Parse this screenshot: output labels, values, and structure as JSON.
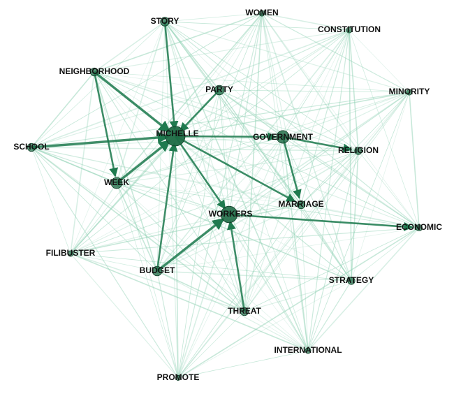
{
  "colors": {
    "edge_light": "#8fd1b4",
    "edge_dark": "#1f7a4f",
    "node_fill": "#1d6b45",
    "label": "#111111",
    "background": "#ffffff"
  },
  "nodes": [
    {
      "id": "story",
      "label": "STORY",
      "weight": 0.3
    },
    {
      "id": "women",
      "label": "WOMEN",
      "weight": 0.1
    },
    {
      "id": "constitution",
      "label": "CONSTITUTION",
      "weight": 0.1
    },
    {
      "id": "neighborhood",
      "label": "NEIGHBORHOOD",
      "weight": 0.25
    },
    {
      "id": "party",
      "label": "PARTY",
      "weight": 0.35
    },
    {
      "id": "minority",
      "label": "MINORITY",
      "weight": 0.1
    },
    {
      "id": "michelle",
      "label": "MICHELLE",
      "weight": 1.0
    },
    {
      "id": "government",
      "label": "GOVERNMENT",
      "weight": 0.55
    },
    {
      "id": "school",
      "label": "SCHOOL",
      "weight": 0.25
    },
    {
      "id": "religion",
      "label": "RELIGION",
      "weight": 0.2
    },
    {
      "id": "week",
      "label": "WEEK",
      "weight": 0.45
    },
    {
      "id": "marriage",
      "label": "MARRIAGE",
      "weight": 0.25
    },
    {
      "id": "workers",
      "label": "WORKERS",
      "weight": 0.8
    },
    {
      "id": "economic",
      "label": "ECONOMIC",
      "weight": 0.15
    },
    {
      "id": "filibuster",
      "label": "FILIBUSTER",
      "weight": 0.1
    },
    {
      "id": "budget",
      "label": "BUDGET",
      "weight": 0.35
    },
    {
      "id": "strategy",
      "label": "STRATEGY",
      "weight": 0.2
    },
    {
      "id": "threat",
      "label": "THREAT",
      "weight": 0.25
    },
    {
      "id": "international",
      "label": "INTERNATIONAL",
      "weight": 0.1
    },
    {
      "id": "promote",
      "label": "PROMOTE",
      "weight": 0.05
    }
  ],
  "strong_edges": [
    {
      "from": "neighborhood",
      "to": "michelle",
      "strength": 3
    },
    {
      "from": "school",
      "to": "michelle",
      "strength": 3
    },
    {
      "from": "story",
      "to": "michelle",
      "strength": 2
    },
    {
      "from": "party",
      "to": "michelle",
      "strength": 2
    },
    {
      "from": "week",
      "to": "michelle",
      "strength": 3
    },
    {
      "from": "budget",
      "to": "workers",
      "strength": 3
    },
    {
      "from": "workers",
      "to": "economic",
      "strength": 2
    },
    {
      "from": "michelle",
      "to": "workers",
      "strength": 2
    },
    {
      "from": "government",
      "to": "marriage",
      "strength": 2
    },
    {
      "from": "michelle",
      "to": "marriage",
      "strength": 2
    },
    {
      "from": "neighborhood",
      "to": "week",
      "strength": 2
    },
    {
      "from": "budget",
      "to": "michelle",
      "strength": 2
    },
    {
      "from": "government",
      "to": "religion",
      "strength": 2
    },
    {
      "from": "threat",
      "to": "workers",
      "strength": 2
    },
    {
      "from": "michelle",
      "to": "government",
      "strength": 2
    }
  ]
}
